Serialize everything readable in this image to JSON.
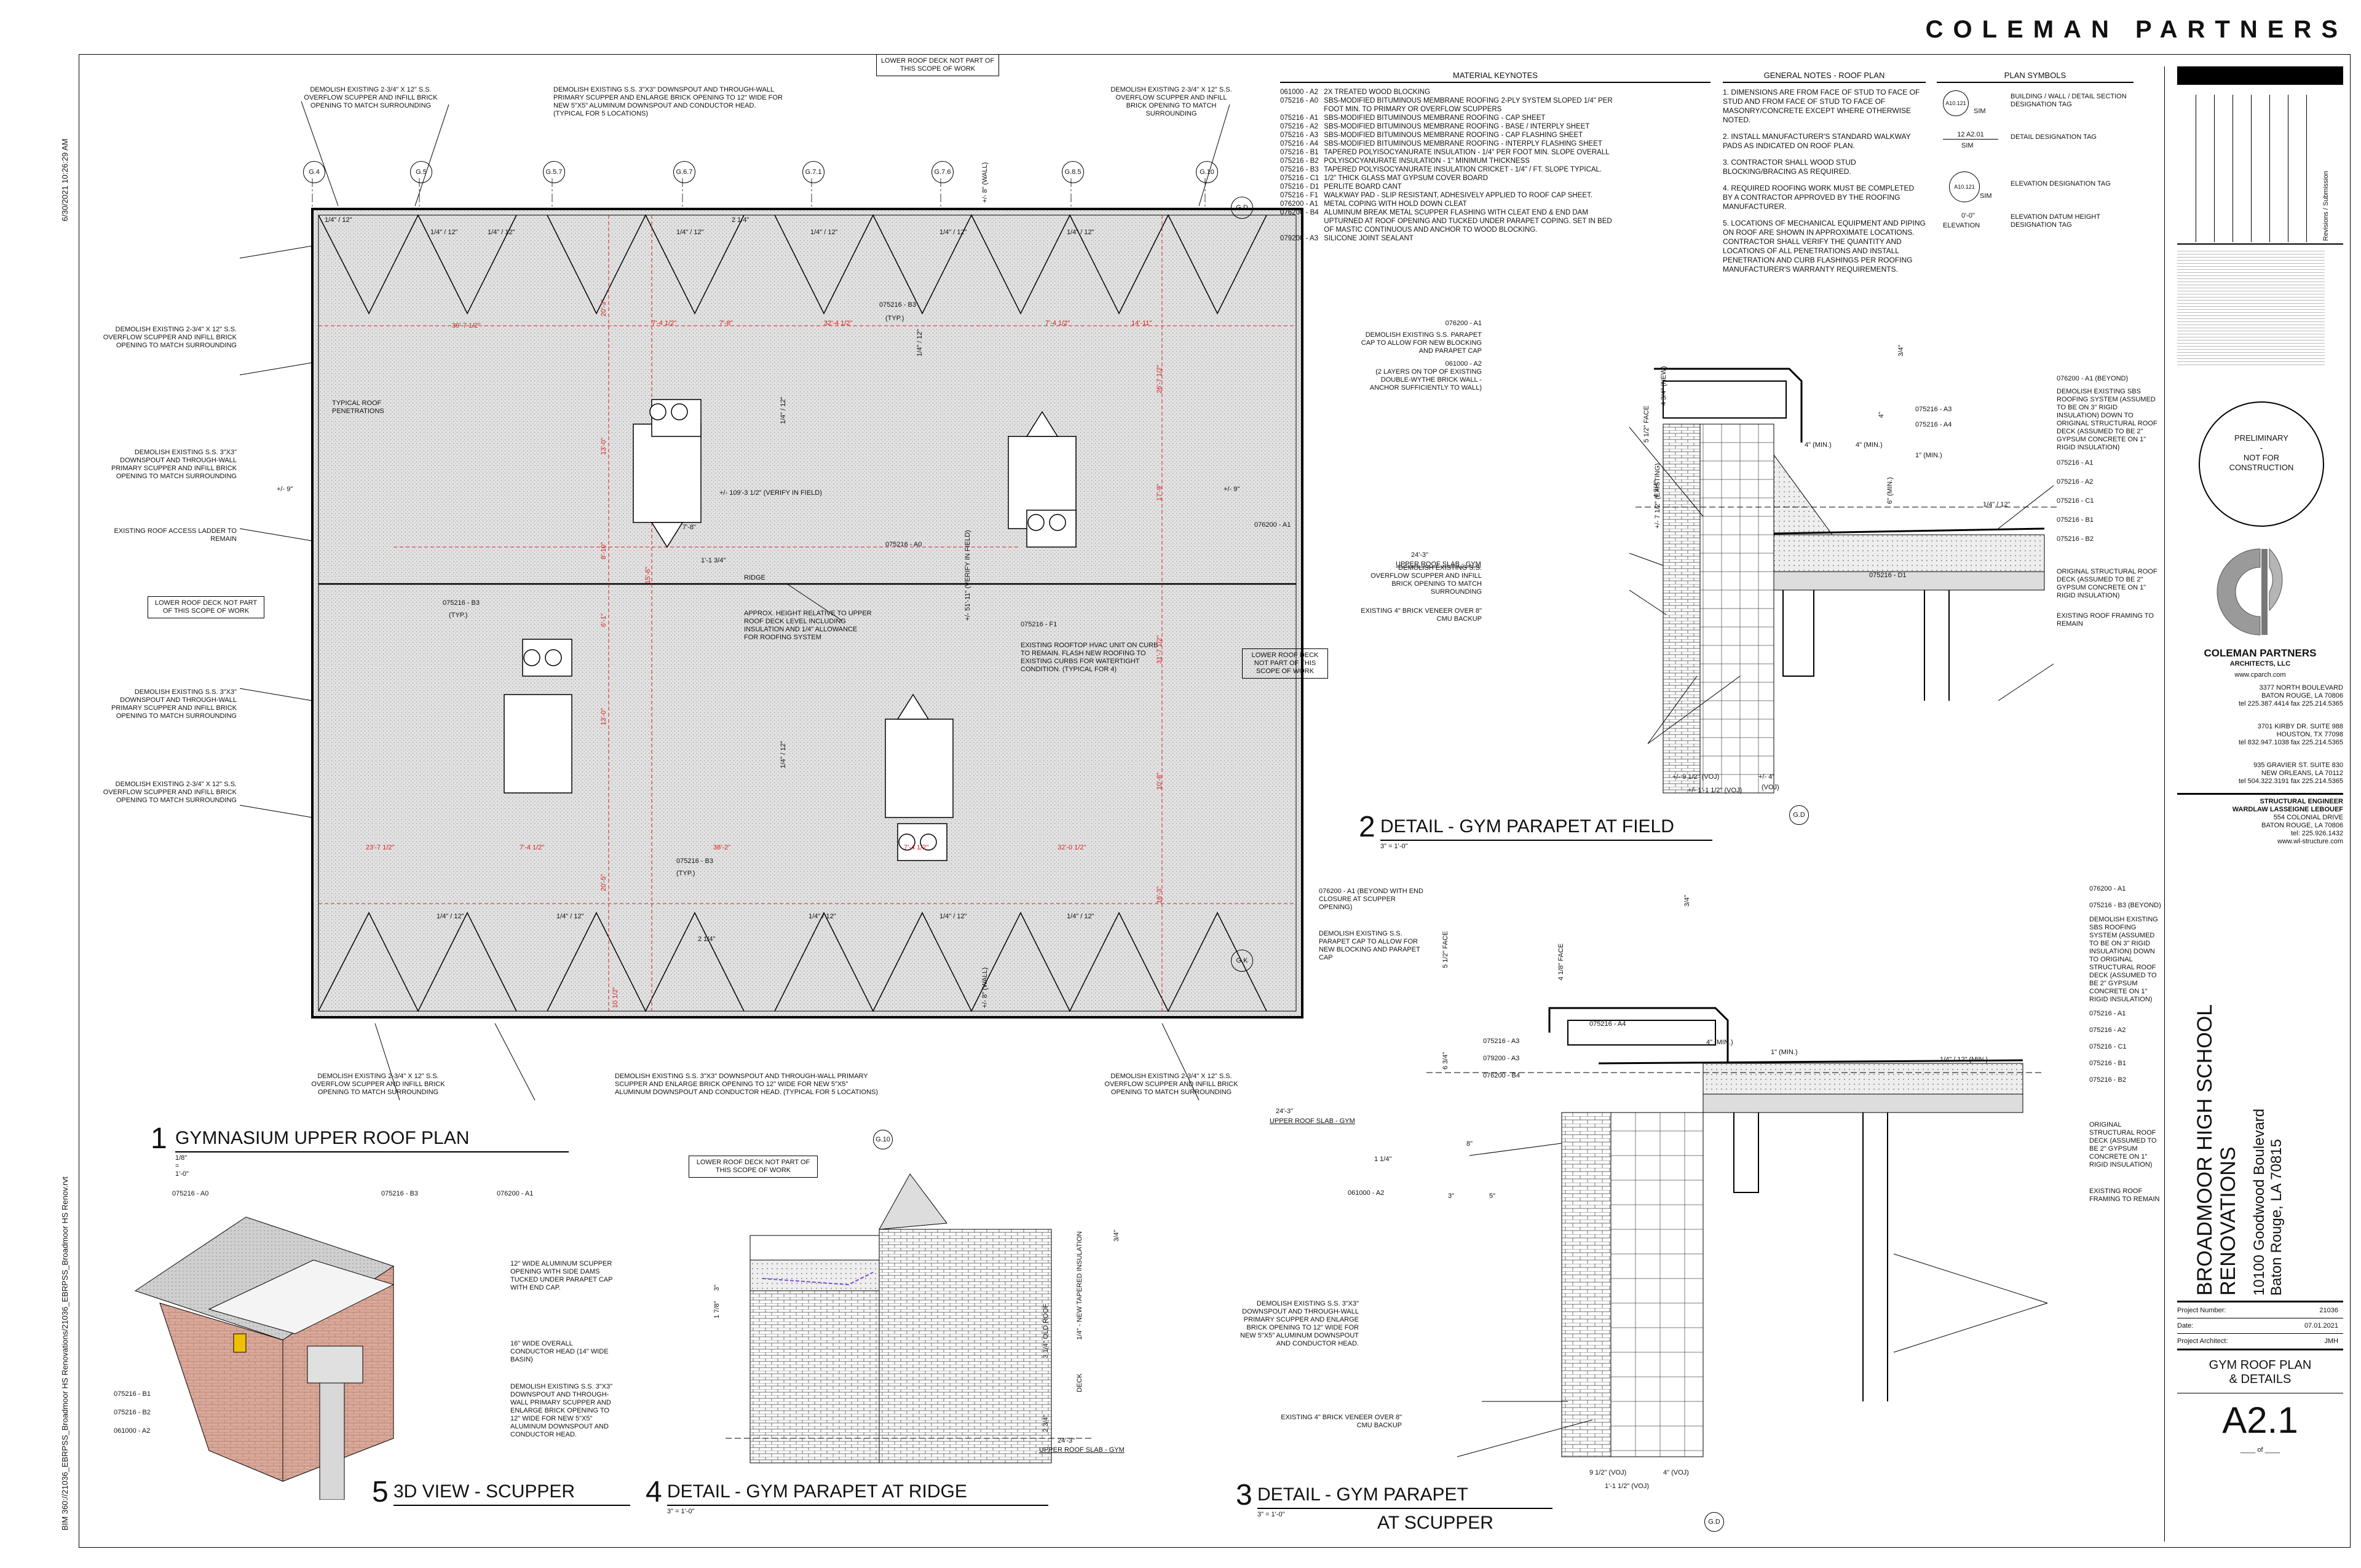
{
  "firm": {
    "name": "COLEMAN PARTNERS",
    "logo_caption": "COLEMAN PARTNERS",
    "logo_sub": "ARCHITECTS, LLC",
    "website": "www.cparch.com",
    "offices": [
      {
        "line1": "3377 NORTH BOULEVARD",
        "line2": "BATON ROUGE, LA 70806",
        "line3": "tel 225.387.4414    fax 225.214.5365"
      },
      {
        "line1": "3701 KIRBY DR. SUITE 988",
        "line2": "HOUSTON, TX 77098",
        "line3": "tel 832.947.1038    fax 225.214.5365"
      },
      {
        "line1": "935 GRAVIER ST. SUITE 830",
        "line2": "NEW ORLEANS, LA 70112",
        "line3": "tel 504.322.3191    fax 225.214.5365"
      }
    ],
    "structural_label": "STRUCTURAL ENGINEER",
    "structural_name": "WARDLAW LASSEIGNE LEBOUEF",
    "structural_addr1": "554 COLONIAL DRIVE",
    "structural_addr2": "BATON ROUGE, LA 70806",
    "structural_tel": "tel: 225.926.1432",
    "structural_web": "www.wl-structure.com"
  },
  "stamp": {
    "line1": "PRELIMINARY",
    "line2": "-",
    "line3": "NOT FOR",
    "line4": "CONSTRUCTION"
  },
  "revisions_label": "Revisions / Submission",
  "project": {
    "title1": "BROADMOOR HIGH SCHOOL",
    "title2": "RENOVATIONS",
    "address1": "10100 Goodwood Boulevard",
    "address2": "Baton Rouge, LA 70815",
    "number_label": "Project Number:",
    "number": "21036",
    "date_label": "Date:",
    "date": "07.01.2021",
    "architect_label": "Project Architect:",
    "architect": "JMH",
    "sheet_title1": "GYM ROOF PLAN",
    "sheet_title2": "& DETAILS",
    "sheet_number": "A2.1",
    "of": "of"
  },
  "margin": {
    "timestamp": "6/30/2021 10:26:29 AM",
    "filepath": "BIM 360://21036_EBRPSS_Broadmoor HS Renovations/21036_EBRPSS_Broadmoor HS Renov.rvt"
  },
  "keynotes": {
    "title": "MATERIAL KEYNOTES",
    "items": [
      {
        "code": "061000 - A2",
        "text": "2X TREATED WOOD BLOCKING"
      },
      {
        "code": "075216 - A0",
        "text": "SBS-MODIFIED BITUMINOUS MEMBRANE ROOFING 2-PLY SYSTEM SLOPED 1/4\" PER"
      },
      {
        "code": "",
        "text": "FOOT MIN. TO PRIMARY OR OVERFLOW SCUPPERS"
      },
      {
        "code": "075216 - A1",
        "text": "SBS-MODIFIED BITUMINOUS MEMBRANE ROOFING - CAP SHEET"
      },
      {
        "code": "075216 - A2",
        "text": "SBS-MODIFIED BITUMINOUS MEMBRANE ROOFING - BASE / INTERPLY SHEET"
      },
      {
        "code": "075216 - A3",
        "text": "SBS-MODIFIED BITUMINOUS MEMBRANE ROOFING - CAP FLASHING SHEET"
      },
      {
        "code": "075216 - A4",
        "text": "SBS-MODIFIED BITUMINOUS MEMBRANE ROOFING - INTERPLY FLASHING SHEET"
      },
      {
        "code": "075216 - B1",
        "text": "TAPERED POLYISOCYANURATE INSULATION - 1/4\" PER FOOT MIN. SLOPE OVERALL"
      },
      {
        "code": "075216 - B2",
        "text": "POLYISOCYANURATE INSULATION - 1\" MINIMUM THICKNESS"
      },
      {
        "code": "075216 - B3",
        "text": "TAPERED POLYISOCYANURATE INSULATION CRICKET - 1/4\" / FT. SLOPE TYPICAL."
      },
      {
        "code": "075216 - C1",
        "text": "1/2\" THICK GLASS MAT GYPSUM COVER BOARD"
      },
      {
        "code": "075216 - D1",
        "text": "PERLITE BOARD CANT"
      },
      {
        "code": "075216 - F1",
        "text": "WALKWAY PAD - SLIP RESISTANT, ADHESIVELY APPLIED TO ROOF CAP SHEET."
      },
      {
        "code": "076200 - A1",
        "text": "METAL COPING WITH HOLD DOWN CLEAT"
      },
      {
        "code": "076200 - B4",
        "text": "ALUMINUM BREAK METAL SCUPPER FLASHING WITH CLEAT END & END DAM"
      },
      {
        "code": "",
        "text": "UPTURNED AT ROOF OPENING AND TUCKED UNDER PARAPET COPING. SET IN BED"
      },
      {
        "code": "",
        "text": "OF MASTIC CONTINUOUS AND ANCHOR TO WOOD BLOCKING."
      },
      {
        "code": "079200 - A3",
        "text": "SILICONE JOINT SEALANT"
      }
    ]
  },
  "general_notes": {
    "title": "GENERAL NOTES - ROOF PLAN",
    "items": [
      "1. DIMENSIONS ARE FROM FACE OF STUD TO FACE OF STUD AND FROM FACE OF STUD TO FACE OF MASONRY/CONCRETE EXCEPT WHERE OTHERWISE NOTED.",
      "2. INSTALL MANUFACTURER'S STANDARD WALKWAY PADS AS INDICATED ON ROOF PLAN.",
      "3. CONTRACTOR SHALL WOOD STUD BLOCKING/BRACING AS REQUIRED.",
      "4. REQUIRED ROOFING WORK MUST BE COMPLETED BY A CONTRACTOR APPROVED BY THE ROOFING MANUFACTURER.",
      "5. LOCATIONS OF MECHANICAL EQUIPMENT AND PIPING ON ROOF ARE SHOWN IN APPROXIMATE LOCATIONS. CONTRACTOR SHALL VERIFY THE QUANTITY AND LOCATIONS OF ALL PENETRATIONS AND INSTALL PENETRATION AND CURB FLASHINGS PER ROOFING MANUFACTURER'S WARRANTY REQUIREMENTS."
    ]
  },
  "plan_symbols": {
    "title": "PLAN SYMBOLS",
    "items": [
      {
        "tag": "A10.121",
        "sub": "SIM",
        "text": "BUILDING / WALL / DETAIL SECTION DESIGNATION TAG"
      },
      {
        "tag": "12 A2.01",
        "sub": "SIM",
        "text": "DETAIL DESIGNATION TAG"
      },
      {
        "tag": "A10.121",
        "sub": "SIM",
        "text": "ELEVATION DESIGNATION TAG"
      },
      {
        "tag": "0'-0\"",
        "sub": "ELEVATION",
        "text": "ELEVATION DATUM HEIGHT DESIGNATION TAG"
      }
    ]
  },
  "plan": {
    "title_num": "1",
    "title": "GYMNASIUM UPPER ROOF PLAN",
    "scale": "1/8\" = 1'-0\"",
    "grid_top": [
      "G.4",
      "G.5",
      "G.5.7",
      "G.6.7",
      "G.7.1",
      "G.7.6",
      "G.8.5",
      "G.10"
    ],
    "grid_right": [
      "G.D",
      "G.K"
    ],
    "top_notes": [
      "DEMOLISH EXISTING 2-3/4\" x 12\" S.S. OVERFLOW SCUPPER AND INFILL BRICK OPENING TO MATCH SURROUNDING",
      "DEMOLISH EXISTING S.S. 3\"x3\" DOWNSPOUT AND THROUGH-WALL PRIMARY SCUPPER AND ENLARGE BRICK OPENING TO 12\" WIDE FOR NEW 5\"x5\" ALUMINUM DOWNSPOUT AND CONDUCTOR HEAD. (TYPICAL FOR 5 LOCATIONS)",
      "LOWER ROOF DECK NOT PART OF THIS SCOPE OF WORK",
      "DEMOLISH EXISTING 2-3/4\" x 12\" S.S. OVERFLOW SCUPPER AND INFILL BRICK OPENING TO MATCH SURROUNDING"
    ],
    "left_notes": [
      "DEMOLISH EXISTING 2-3/4\" x 12\" S.S. OVERFLOW SCUPPER AND INFILL BRICK OPENING TO MATCH SURROUNDING",
      "DEMOLISH EXISTING S.S. 3\"x3\" DOWNSPOUT AND THROUGH-WALL PRIMARY SCUPPER AND INFILL BRICK OPENING TO MATCH SURROUNDING",
      "EXISTING ROOF ACCESS LADDER TO REMAIN",
      "LOWER ROOF DECK NOT PART OF THIS SCOPE OF WORK",
      "DEMOLISH EXISTING S.S. 3\"x3\" DOWNSPOUT AND THROUGH-WALL PRIMARY SCUPPER AND INFILL BRICK OPENING TO MATCH SURROUNDING",
      "DEMOLISH EXISTING 2-3/4\" x 12\" S.S. OVERFLOW SCUPPER AND INFILL BRICK OPENING TO MATCH SURROUNDING"
    ],
    "bottom_notes": [
      "DEMOLISH EXISTING 2-3/4\" x 12\" S.S. OVERFLOW SCUPPER AND INFILL BRICK OPENING TO MATCH SURROUNDING",
      "DEMOLISH EXISTING S.S. 3\"x3\" DOWNSPOUT AND THROUGH-WALL PRIMARY SCUPPER AND ENLARGE BRICK OPENING TO 12\" WIDE FOR NEW 5\"x5\" ALUMINUM DOWNSPOUT AND CONDUCTOR HEAD. (TYPICAL FOR 5 LOCATIONS)",
      "DEMOLISH EXISTING 2-3/4\" x 12\" S.S. OVERFLOW SCUPPER AND INFILL BRICK OPENING TO MATCH SURROUNDING"
    ],
    "right_note": "LOWER ROOF DECK NOT PART OF THIS SCOPE OF WORK",
    "inner": {
      "typical_penetrations": "TYPICAL ROOF PENETRATIONS",
      "ridge": "RIDGE",
      "ridge_dim": "1'-1 3/4\"",
      "height_note": "APPROX. HEIGHT RELATIVE TO UPPER ROOF DECK LEVEL INCLUDING INSULATION AND 1/4\" ALLOWANCE FOR ROOFING SYSTEM",
      "hvac_note": "EXISTING ROOFTOP HVAC UNIT ON CURB TO REMAIN. FLASH NEW ROOFING TO EXISTING CURBS FOR WATERTIGHT CONDITION. (TYPICAL FOR 4)",
      "f1": "075216 - F1",
      "a0": "075216 - A0",
      "b3": "075216 - B3",
      "typ": "(TYP.)",
      "verify": "+/- 109'-3 1/2\" (VERIFY IN FIELD)",
      "verify_v": "+/- 51'-11\" (VERIFY IN FIELD)",
      "coping": "076200 - A1",
      "pm9": "+/- 9\"",
      "wall": "+/- 8\" (WALL)",
      "slope": "1/4\" / 12\"",
      "dims_top": [
        "39'-7 1/2\"",
        "7'-4 1/2\"",
        "7'-8\"",
        "32'-4 1/2\"",
        "7'-4 1/2\"",
        "14'-11\""
      ],
      "dims_bot": [
        "23'-7 1/2\"",
        "7'-4 1/2\"",
        "38'-2\"",
        "7'-4 1/2\"",
        "32'-0 1/2\""
      ],
      "dim_2_14": "2 1/4\"",
      "dim_7_8": "7'-8\"",
      "dim_10_12": "10 1/2\"",
      "dims_left": [
        "20'-3\"",
        "13'-0\"",
        "8'-10\"",
        "6'-1\"",
        "13'-0\"",
        "20'-5\""
      ],
      "dims_right": [
        "26'-7 1/2\"",
        "17'-9\"",
        "31'-7 1/2\"",
        "10'-8\"",
        "16'-3\""
      ],
      "dim_15_6": "15'-6\""
    }
  },
  "detail2": {
    "num": "2",
    "title": "DETAIL - GYM PARAPET AT FIELD",
    "scale": "3\" = 1'-0\"",
    "left": [
      "076200 - A1",
      "DEMOLISH EXISTING S.S. PARAPET CAP TO ALLOW FOR NEW BLOCKING AND PARAPET CAP",
      "061000 - A2",
      "(2 LAYERS ON TOP OF EXISTING DOUBLE-WYTHE BRICK WALL - ANCHOR SUFFICIENTLY TO WALL)",
      "DEMOLISH EXISTING S.S. OVERFLOW SCUPPER AND INFILL BRICK OPENING TO MATCH SURROUNDING",
      "EXISTING 4\" BRICK VENEER OVER 8\" CMU BACKUP"
    ],
    "right": [
      "076200 - A1 (BEYOND)",
      "DEMOLISH EXISTING SBS ROOFING SYSTEM (ASSUMED TO BE ON 3\" RIGID INSULATION) DOWN TO ORIGINAL STRUCTURAL ROOF DECK (ASSUMED TO BE 2\" GYPSUM CONCRETE ON 1\" RIGID INSULATION)",
      "075216 - A1",
      "075216 - A2",
      "075216 - C1",
      "075216 - B1",
      "075216 - B2",
      "ORIGINAL STRUCTURAL ROOF DECK (ASSUMED TO BE 2\" GYPSUM CONCRETE ON 1\" RIGID INSULATION)",
      "EXISTING ROOF FRAMING TO REMAIN"
    ],
    "inner": [
      "075216 - A3",
      "075216 - A4",
      "075216 - D1",
      "4\" (MIN.)",
      "4\" (MIN.)",
      "1\" (MIN.)",
      "1/4\" / 12\"",
      "24'-3\"",
      "UPPER ROOF SLAB - GYM",
      "+/- 9 1/2\" (VOJ)",
      "+/- 4\"",
      "+/- 1'-1 1/2\" (VOJ)",
      "(VOJ)",
      "G.D",
      "5 1/2\" FACE",
      "4 3/4\" (NEW)",
      "4 3/4\"",
      "+/- 7 1/2\" (EXISTING)",
      "6\" (MIN.)",
      "3/4\"",
      "4\""
    ]
  },
  "detail3": {
    "num": "3",
    "title": "DETAIL - GYM PARAPET",
    "title2": "AT SCUPPER",
    "scale": "3\" = 1'-0\"",
    "left": [
      "076200 - A1 (BEYOND WITH END CLOSURE AT SCUPPER OPENING)",
      "DEMOLISH EXISTING S.S. PARAPET CAP TO ALLOW FOR NEW BLOCKING AND PARAPET CAP",
      "075216 - A3",
      "079200 - A3",
      "076200 - B4",
      "061000 - A2",
      "DEMOLISH EXISTING S.S. 3\"x3\" DOWNSPOUT AND THROUGH-WALL PRIMARY SCUPPER AND ENLARGE BRICK OPENING TO 12\" WIDE FOR NEW 5\"x5\" ALUMINUM DOWNSPOUT AND CONDUCTOR HEAD.",
      "EXISTING 4\" BRICK VENEER OVER 8\" CMU BACKUP"
    ],
    "right": [
      "076200 - A1",
      "075216 - B3 (BEYOND)",
      "DEMOLISH EXISTING SBS ROOFING SYSTEM (ASSUMED TO BE ON 3\" RIGID INSULATION) DOWN TO ORIGINAL STRUCTURAL ROOF DECK (ASSUMED TO BE 2\" GYPSUM CONCRETE ON 1\" RIGID INSULATION)",
      "075216 - A1",
      "075216 - A2",
      "075216 - C1",
      "075216 - B1",
      "075216 - B2",
      "ORIGINAL STRUCTURAL ROOF DECK (ASSUMED TO BE 2\" GYPSUM CONCRETE ON 1\" RIGID INSULATION)",
      "EXISTING ROOF FRAMING TO REMAIN"
    ],
    "inner": [
      "075216 - A4",
      "24'-3\"",
      "UPPER ROOF SLAB - GYM",
      "1/4\" / 12\" (MIN.)",
      "4\" (MIN.)",
      "1\" (MIN.)",
      "9 1/2\" (VOJ)",
      "4\" (VOJ)",
      "1'-1 1/2\" (VOJ)",
      "G.D",
      "1 1/4\"",
      "8\"",
      "3\"",
      "5\"",
      "3/4\"",
      "4 1/8\" FACE",
      "5 1/2\" FACE",
      "6 3/4\""
    ]
  },
  "detail4": {
    "num": "4",
    "title": "DETAIL - GYM PARAPET AT RIDGE",
    "scale": "3\" = 1'-0\"",
    "note": "LOWER ROOF DECK NOT PART OF THIS SCOPE OF WORK",
    "grid": "G.10",
    "inner": [
      "24'-3\"",
      "UPPER ROOF SLAB - GYM",
      "3 1/4\" OLD ROOF",
      "1/4\" - NEW TAPERED INSULATION",
      "DECK",
      "2 3/4\"",
      "1 7/8\"",
      "3\"",
      "3/4\""
    ]
  },
  "detail5": {
    "num": "5",
    "title": "3D VIEW - SCUPPER",
    "labels": [
      "075216 - A0",
      "075216 - B3",
      "076200 - A1",
      "12\" WIDE ALUMINUM SCUPPER OPENING WITH SIDE DAMS TUCKED UNDER PARAPET CAP WITH END CAP.",
      "16\" WIDE OVERALL CONDUCTOR HEAD (14\" WIDE BASIN)",
      "DEMOLISH EXISTING S.S. 3\"x3\" DOWNSPOUT AND THROUGH-WALL PRIMARY SCUPPER AND ENLARGE BRICK OPENING TO 12\" WIDE FOR NEW 5\"x5\" ALUMINUM DOWNSPOUT AND CONDUCTOR HEAD.",
      "075216 - B1",
      "075216 - B2",
      "061000 - A2"
    ]
  },
  "colors": {
    "red_dim": "#d62020",
    "brick": "#d9a99a",
    "roof_fill": "#d6d6d6",
    "line": "#111111"
  }
}
